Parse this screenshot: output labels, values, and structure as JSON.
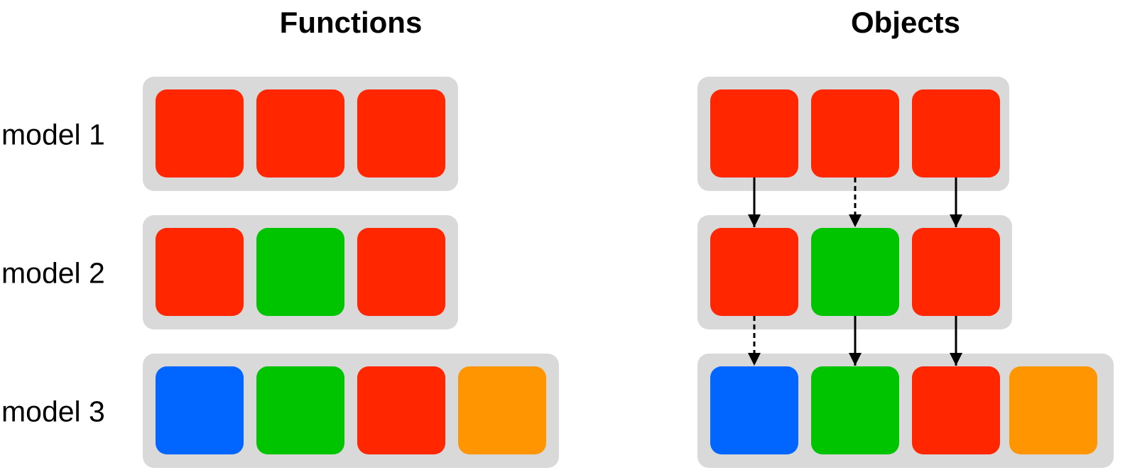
{
  "headings": {
    "functions": "Functions",
    "objects": "Objects"
  },
  "rows": [
    {
      "label": "model 1",
      "blocks": [
        "red",
        "red",
        "red"
      ]
    },
    {
      "label": "model 2",
      "blocks": [
        "red",
        "green",
        "red"
      ]
    },
    {
      "label": "model 3",
      "blocks": [
        "blue",
        "green",
        "red",
        "orange"
      ]
    }
  ],
  "colors": {
    "red": "#ff2600",
    "green": "#00c400",
    "blue": "#0066ff",
    "orange": "#ff9500",
    "tray": "#d9d9d9"
  },
  "object_links": [
    {
      "from_row": 0,
      "to_row": 1,
      "column": 0,
      "style": "solid"
    },
    {
      "from_row": 0,
      "to_row": 1,
      "column": 1,
      "style": "dashed"
    },
    {
      "from_row": 0,
      "to_row": 1,
      "column": 2,
      "style": "solid"
    },
    {
      "from_row": 1,
      "to_row": 2,
      "column": 0,
      "style": "dashed"
    },
    {
      "from_row": 1,
      "to_row": 2,
      "column": 1,
      "style": "solid"
    },
    {
      "from_row": 1,
      "to_row": 2,
      "column": 2,
      "style": "solid"
    }
  ]
}
